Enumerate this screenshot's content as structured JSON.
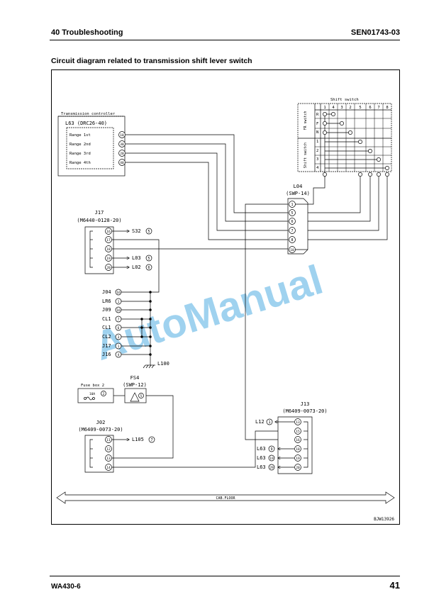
{
  "header": {
    "section": "40 Troubleshooting",
    "doc_code": "SEN01743-03"
  },
  "page_title": "Circuit diagram related to transmission shift lever switch",
  "diagram": {
    "watermark": "AutoManual",
    "figure_code": "BJW13926",
    "cab_floor": "CAB.FLOOR",
    "controller": {
      "title": "Transmission controller",
      "connector": "L63 (DRC26-40)",
      "rows": [
        {
          "label": "Range 1st",
          "pin": "10"
        },
        {
          "label": "Range 2nd",
          "pin": "30"
        },
        {
          "label": "Range 3rd",
          "pin": "20"
        },
        {
          "label": "Range 4th",
          "pin": "40"
        }
      ]
    },
    "shift_switch": {
      "title": "Shift switch",
      "columns": [
        "1",
        "4",
        "3",
        "2",
        "5",
        "6",
        "7",
        "8"
      ],
      "fr_group": "FR switch",
      "shift_group": "Shift switch",
      "rows": [
        "R",
        "F",
        "N",
        "1",
        "2",
        "3",
        "4"
      ]
    },
    "l04": {
      "name": "L04",
      "type": "(SWP-14)",
      "pins": [
        "1",
        "5",
        "6",
        "7",
        "8",
        "10"
      ]
    },
    "j17": {
      "name": "J17",
      "type": "(M6440-0128-20)",
      "pins": [
        "16",
        "17",
        "18",
        "19",
        "20"
      ],
      "outputs": [
        {
          "pin": "16",
          "target": "S32",
          "target_pin": "5"
        },
        {
          "pin": "19",
          "target": "L03",
          "target_pin": "5"
        },
        {
          "pin": "20",
          "target": "L02",
          "target_pin": "6"
        }
      ]
    },
    "ground_list": [
      {
        "name": "J04",
        "pin": "16"
      },
      {
        "name": "LR6",
        "pin": "1"
      },
      {
        "name": "J09",
        "pin": "16"
      },
      {
        "name": "CL1",
        "pin": "7"
      },
      {
        "name": "CL1",
        "pin": "6"
      },
      {
        "name": "CL2",
        "pin": "3"
      },
      {
        "name": "J17",
        "pin": "1"
      },
      {
        "name": "J16",
        "pin": "4"
      }
    ],
    "ground_label": "L100",
    "fusebox": {
      "title": "Fuse box 2",
      "fuse": "10A",
      "pin": "2"
    },
    "fs4": {
      "name": "FS4",
      "type": "(SWP-12)",
      "pin": "5"
    },
    "j02": {
      "name": "J02",
      "type": "(M6409-0073-20)",
      "pins": [
        "11",
        "12",
        "13",
        "14"
      ],
      "outputs": [
        {
          "pin": "11",
          "target": "L105",
          "target_pin": "7"
        }
      ]
    },
    "j13": {
      "name": "J13",
      "type": "(M6409-0073-20)",
      "pins": [
        "13",
        "15",
        "16",
        "18",
        "19",
        "20"
      ],
      "outputs": [
        {
          "pin": "13",
          "target": "L12",
          "target_pin": "1"
        },
        {
          "pin": "18",
          "target": "L63",
          "target_pin": "9"
        },
        {
          "pin": "19",
          "target": "L63",
          "target_pin": "19"
        },
        {
          "pin": "20",
          "target": "L63",
          "target_pin": "29"
        }
      ]
    }
  },
  "footer": {
    "model": "WA430-6",
    "page": "41"
  }
}
